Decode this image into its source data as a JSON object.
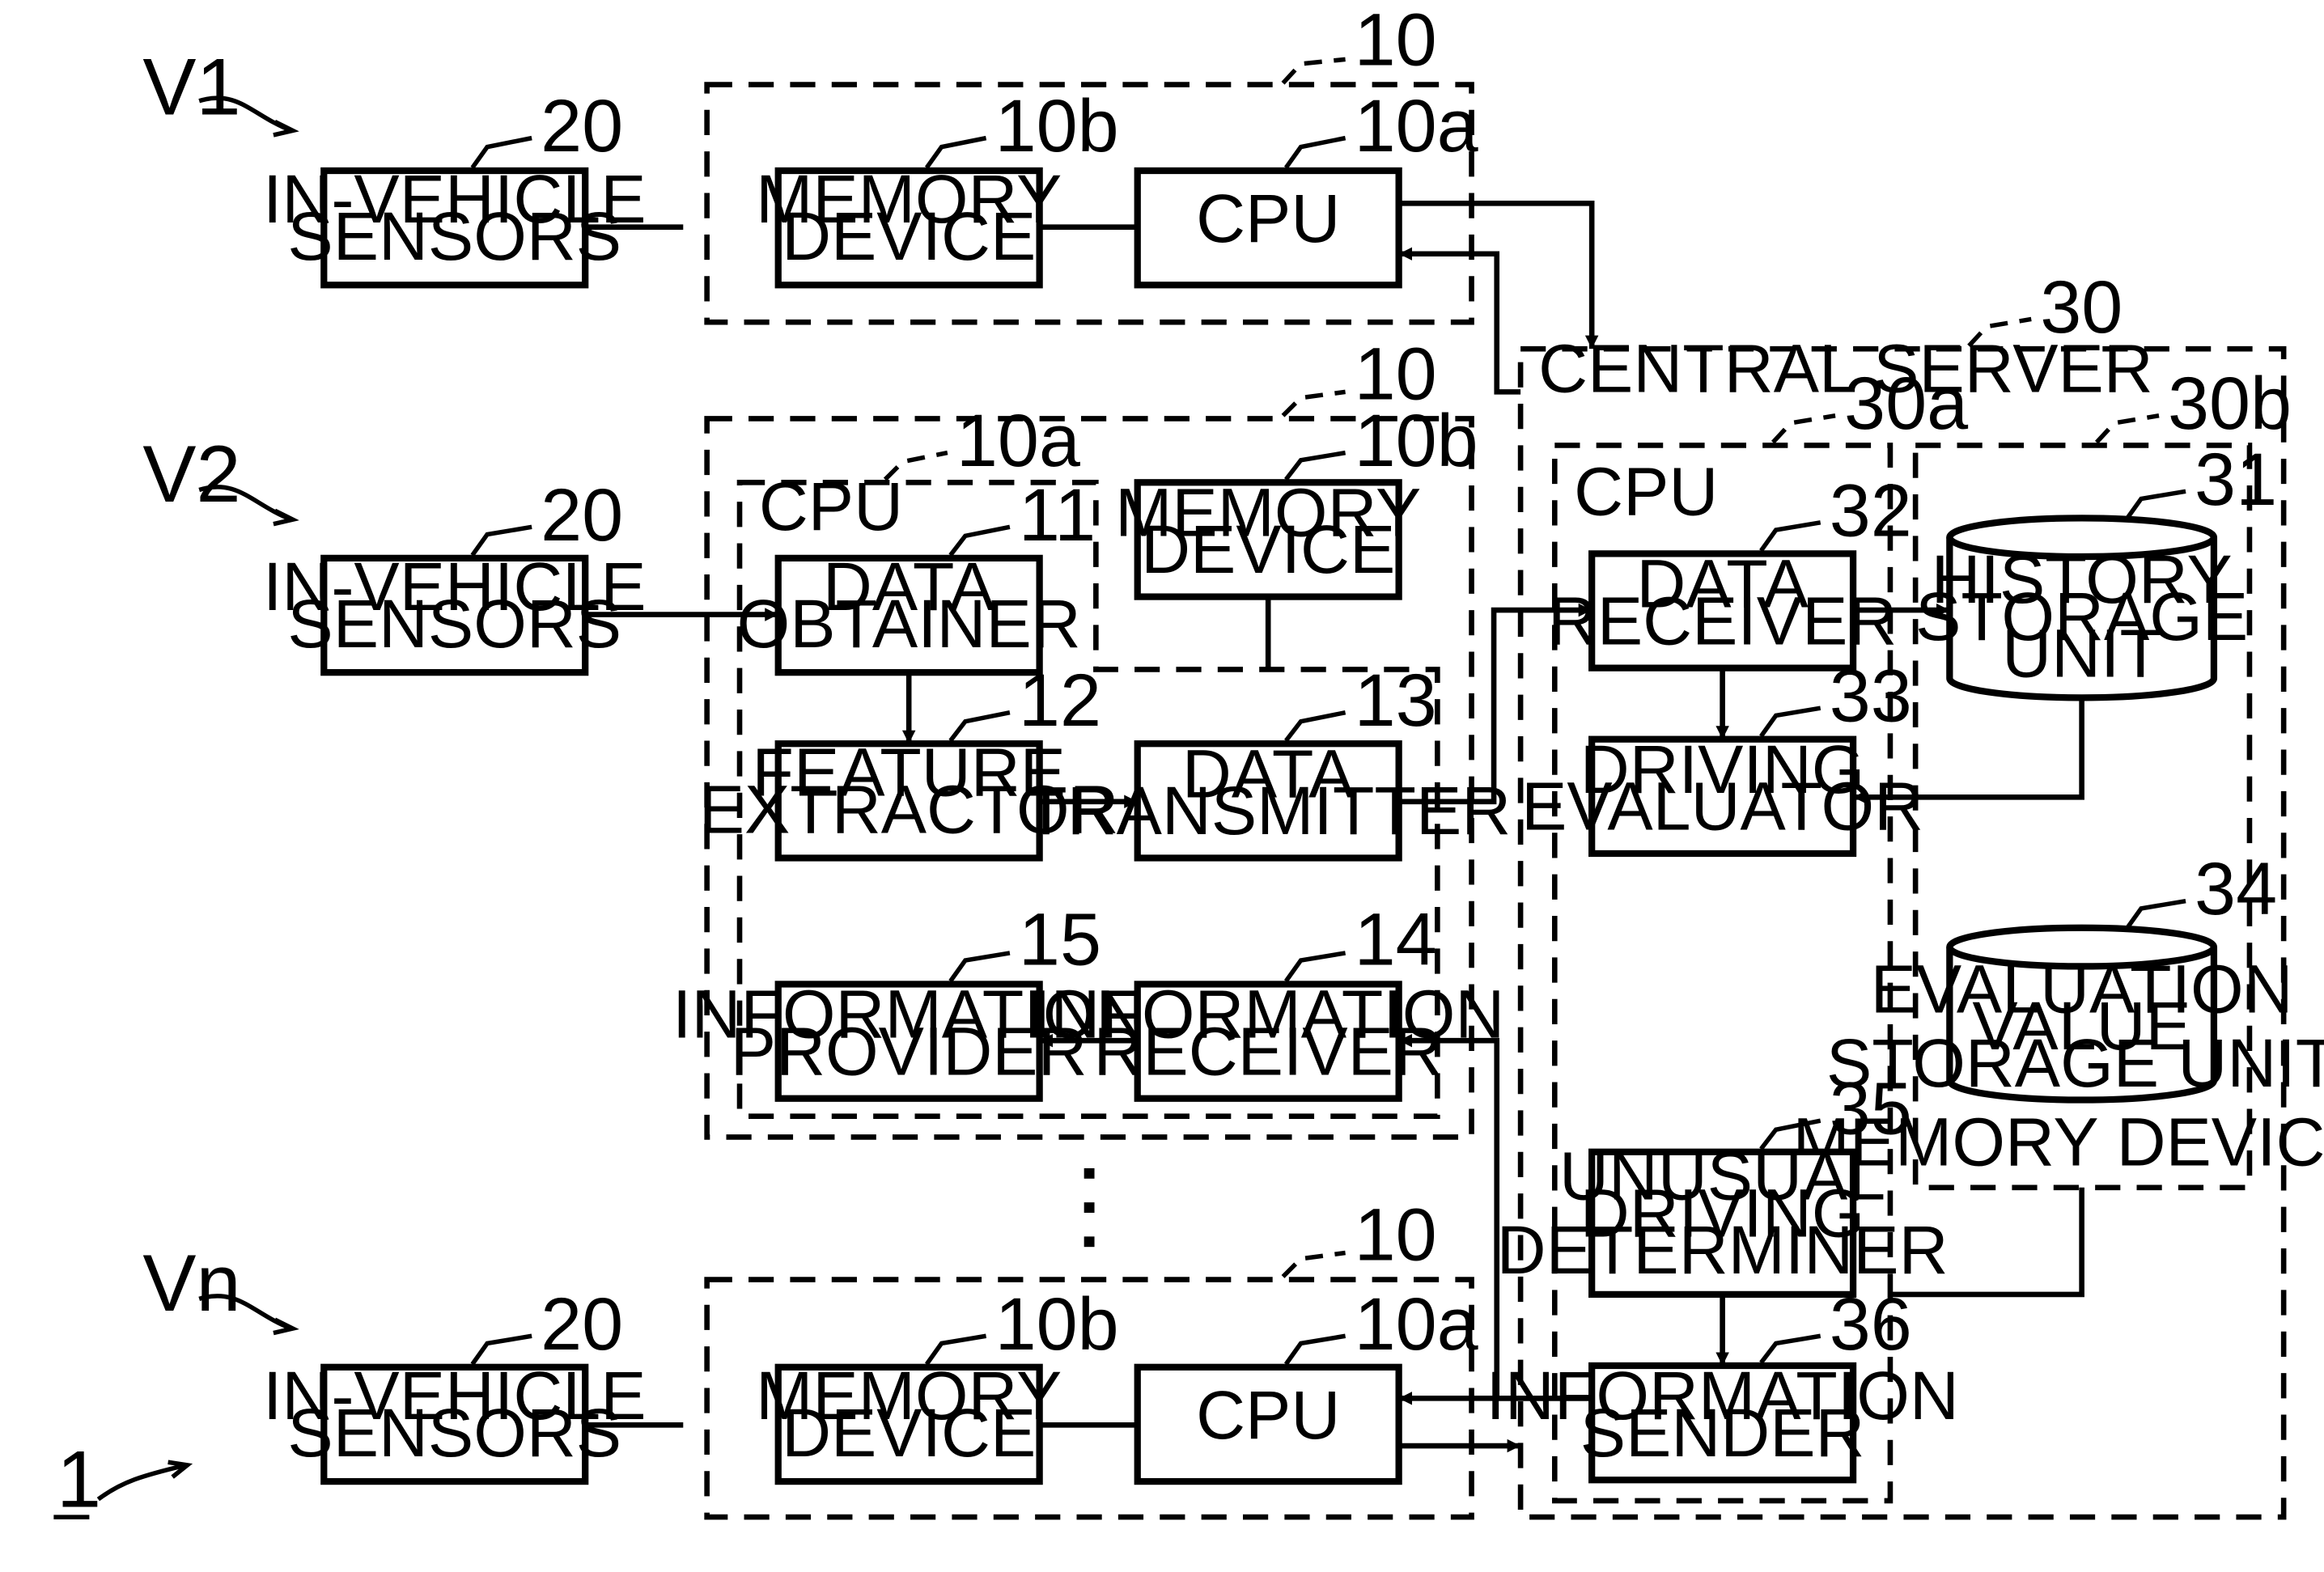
{
  "figure_number": "1",
  "vehicles": {
    "v1": {
      "label": "V1"
    },
    "v2": {
      "label": "V2"
    },
    "vn": {
      "label": "Vn"
    }
  },
  "sensors": {
    "number": "20",
    "line1": "IN-VEHICLE",
    "line2": "SENSORS"
  },
  "vehicle_unit": {
    "number": "10",
    "cpu_number": "10a",
    "memory_number": "10b",
    "cpu_label": "CPU",
    "memory_line1": "MEMORY",
    "memory_line2": "DEVICE"
  },
  "v2_blocks": {
    "data_obtainer": {
      "number": "11",
      "line1": "DATA",
      "line2": "OBTAINER"
    },
    "feature_extractor": {
      "number": "12",
      "line1": "FEATURE",
      "line2": "EXTRACTOR"
    },
    "data_transmitter": {
      "number": "13",
      "line1": "DATA",
      "line2": "TRANSMITTER"
    },
    "information_receiver": {
      "number": "14",
      "line1": "INFORMATION",
      "line2": "RECEIVER"
    },
    "information_provider": {
      "number": "15",
      "line1": "INFORMATION",
      "line2": "PROVIDER"
    }
  },
  "server": {
    "number": "30",
    "title": "CENTRAL SERVER",
    "cpu_number": "30a",
    "cpu_label": "CPU",
    "memory_number": "30b",
    "memory_label": "MEMORY DEVICE",
    "data_receiver": {
      "number": "32",
      "line1": "DATA",
      "line2": "RECEIVER"
    },
    "driving_evaluator": {
      "number": "33",
      "line1": "DRIVING",
      "line2": "EVALUATOR"
    },
    "unusual_driving_determiner": {
      "number": "35",
      "line1": "UNUSUAL",
      "line2": "DRIVING",
      "line3": "DETERMINER"
    },
    "information_sender": {
      "number": "36",
      "line1": "INFORMATION",
      "line2": "SENDER"
    },
    "history_storage": {
      "number": "31",
      "line1": "HISTORY",
      "line2": "STORAGE",
      "line3": "UNIT"
    },
    "evaluation_storage": {
      "number": "34",
      "line1": "EVALUATION",
      "line2": "VALUE",
      "line3": "STORAGE UNIT"
    }
  }
}
